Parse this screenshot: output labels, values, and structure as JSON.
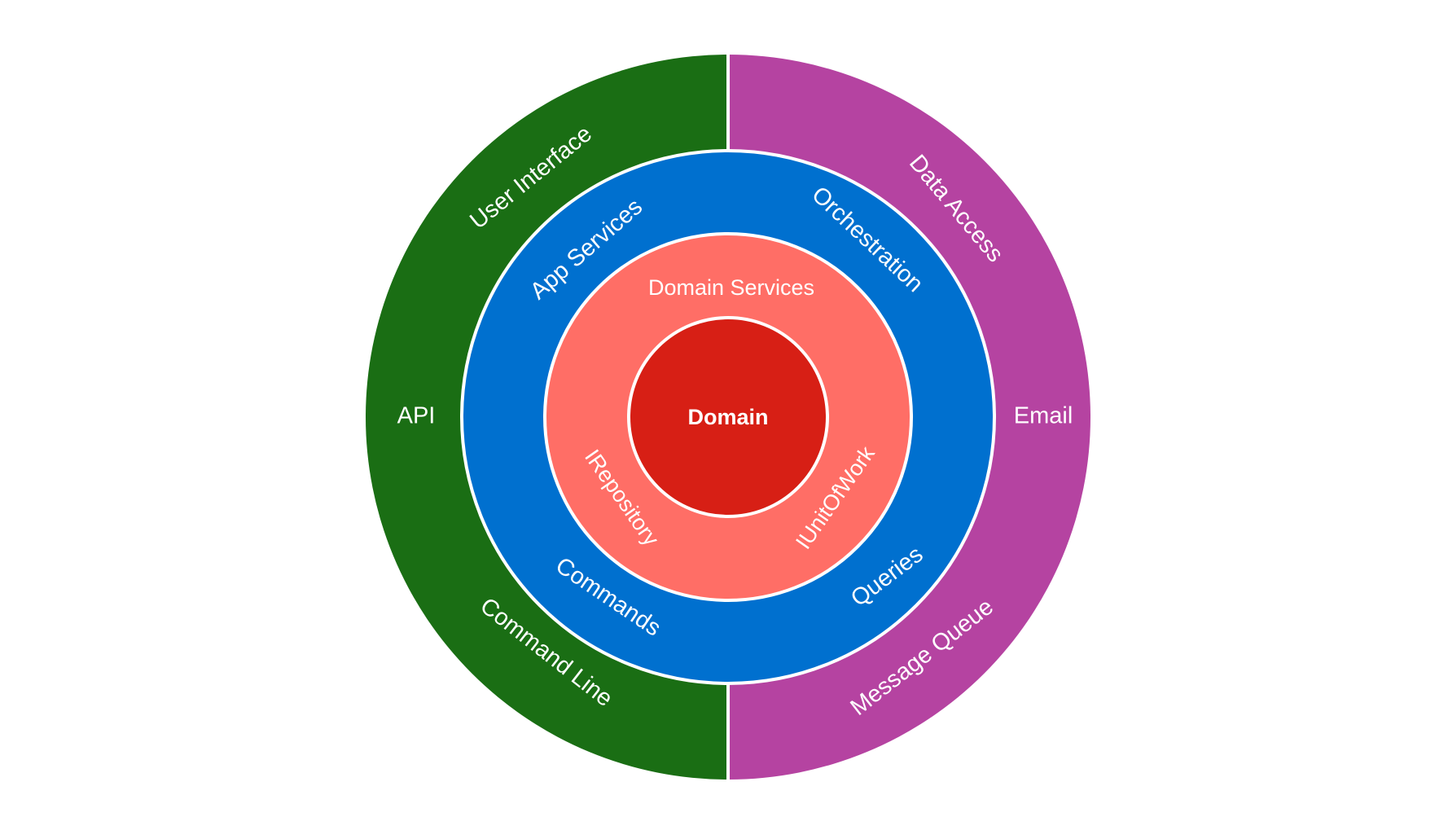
{
  "colors": {
    "outer_left": "#1a6e14",
    "outer_right": "#b543a1",
    "ring_app": "#0070cf",
    "ring_domain_services": "#ff6e66",
    "core": "#d71f15",
    "stroke": "#ffffff"
  },
  "layers": {
    "core": {
      "label": "Domain"
    },
    "domain_services": {
      "label": "Domain Services",
      "left_label": "IRepository",
      "right_label": "IUnitOfWork"
    },
    "app_services": {
      "label": "App Services",
      "top_right_label": "Orchestration",
      "bottom_left_label": "Commands",
      "bottom_right_label": "Queries"
    },
    "outer_left": {
      "top_label": "User Interface",
      "middle_label": "API",
      "bottom_label": "Command Line"
    },
    "outer_right": {
      "top_label": "Data Access",
      "middle_label": "Email",
      "bottom_label": "Message Queue"
    }
  }
}
